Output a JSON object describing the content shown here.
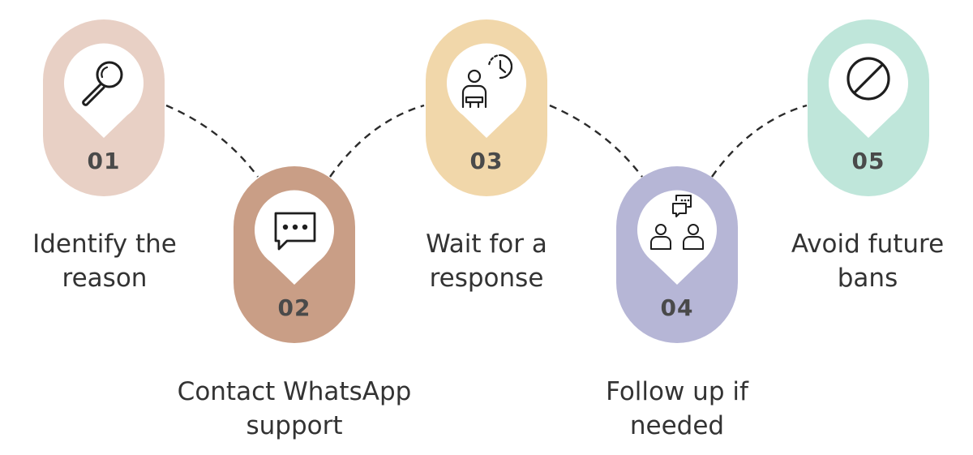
{
  "colors": {
    "step1": "#e8d0c5",
    "step2": "#c99e86",
    "step3": "#f1d7aa",
    "step4": "#b6b6d6",
    "step5": "#bfe6da",
    "pin": "#ffffff",
    "icon": "#1e1e1e",
    "connector": "#2b2b2b"
  },
  "steps": [
    {
      "number": "01",
      "label_lines": [
        "Identify the",
        "reason"
      ],
      "icon": "magnifier-icon"
    },
    {
      "number": "02",
      "label_lines": [
        "Contact WhatsApp",
        "support"
      ],
      "icon": "chat-bubble-icon"
    },
    {
      "number": "03",
      "label_lines": [
        "Wait for a",
        "response"
      ],
      "icon": "person-clock-icon"
    },
    {
      "number": "04",
      "label_lines": [
        "Follow up if",
        "needed"
      ],
      "icon": "people-conversation-icon"
    },
    {
      "number": "05",
      "label_lines": [
        "Avoid future",
        "bans"
      ],
      "icon": "prohibited-icon"
    }
  ]
}
